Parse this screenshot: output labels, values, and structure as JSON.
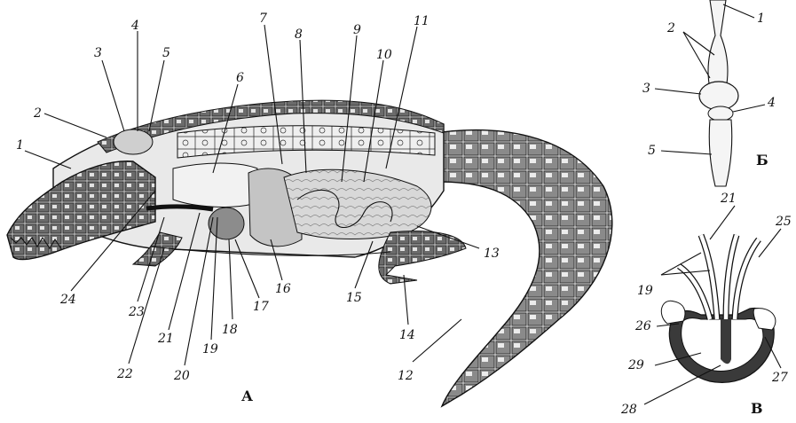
{
  "colors": {
    "ink": "#111111",
    "paper": "#ffffff",
    "scale_dark": "#3a3a3a",
    "scale_light": "#cfcfcf",
    "organ": "#d9d9d9"
  },
  "panels": {
    "a": "А",
    "b": "Б",
    "c": "В"
  },
  "labels_a": [
    "1",
    "2",
    "3",
    "4",
    "5",
    "6",
    "7",
    "8",
    "9",
    "10",
    "11",
    "12",
    "13",
    "14",
    "15",
    "16",
    "17",
    "18",
    "19",
    "20",
    "21",
    "22",
    "23",
    "24"
  ],
  "labels_b": [
    "1",
    "2",
    "3",
    "4",
    "5"
  ],
  "labels_c": [
    "21",
    "25",
    "19",
    "26",
    "27",
    "29",
    "28"
  ]
}
